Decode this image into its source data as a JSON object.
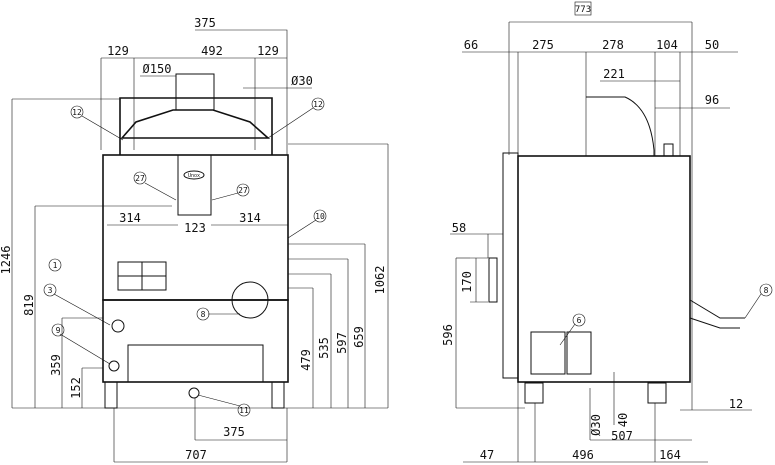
{
  "front_view": {
    "top": {
      "w375": "375",
      "w129_left": "129",
      "w492": "492",
      "w129_right": "129",
      "d150": "Ø150",
      "d30": "Ø30"
    },
    "mid": {
      "w314_left": "314",
      "w123": "123",
      "w314_right": "314"
    },
    "heights": {
      "h1246": "1246",
      "h819": "819",
      "h359": "359",
      "h152": "152",
      "h479": "479",
      "h535": "535",
      "h597": "597",
      "h659": "659",
      "h1062": "1062"
    },
    "bottom": {
      "w375": "375",
      "w707": "707"
    },
    "callouts": {
      "c12a": "12",
      "c12b": "12",
      "c27a": "27",
      "c27b": "27",
      "c10": "10",
      "c1": "1",
      "c3": "3",
      "c9": "9",
      "c8": "8",
      "c11": "11"
    },
    "logo": "Unox"
  },
  "side_view": {
    "overall": "773",
    "top": {
      "w66": "66",
      "w275": "275",
      "w278": "278",
      "w104": "104",
      "w50": "50",
      "w221": "221",
      "w96": "96"
    },
    "left": {
      "w58": "58",
      "h170": "170",
      "h596": "596"
    },
    "bottom": {
      "h12": "12",
      "d30": "Ø30",
      "h40": "40",
      "w507": "507",
      "w47": "47",
      "w496": "496",
      "w164": "164"
    },
    "callouts": {
      "c6": "6",
      "c8": "8"
    }
  }
}
